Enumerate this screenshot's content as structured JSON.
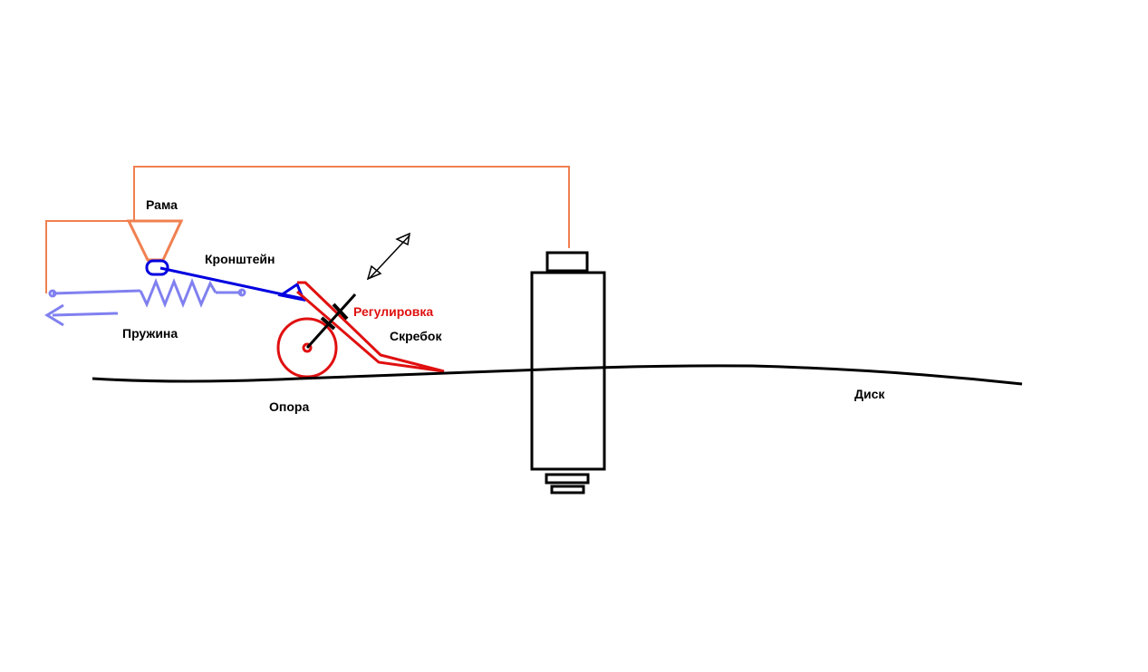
{
  "labels": {
    "frame": "Рама",
    "bracket": "Кронштейн",
    "spring": "Пружина",
    "adjustment": "Регулировка",
    "scraper": "Скребок",
    "support": "Опора",
    "disc": "Диск"
  },
  "colors": {
    "frame": "#f08050",
    "bracket": "#0000e0",
    "spring": "#8080f0",
    "scraper": "#e01010",
    "adjustment_text": "#e01010",
    "ink": "#000000"
  }
}
